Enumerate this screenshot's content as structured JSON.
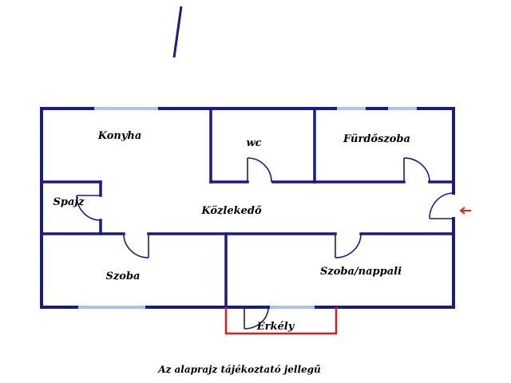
{
  "colors": {
    "wall": "#1a1a8c",
    "window": "#a9c4e6",
    "balcony": "#d62020",
    "entrance_arrow": "#e0261e",
    "background": "#ffffff"
  },
  "rooms": {
    "konyha": "Konyha",
    "wc": "wc",
    "furdoszoba": "Fürdőszoba",
    "spajz": "Spajz",
    "kozlekedo": "Közlekedő",
    "szoba": "Szoba",
    "szoba_nappali": "Szoba/nappali",
    "erkely": "Erkély"
  },
  "note": "Az alaprajz tájékoztató jellegű",
  "icons": {
    "north": "north-arrow-icon",
    "entrance": "entrance-arrow-icon"
  }
}
